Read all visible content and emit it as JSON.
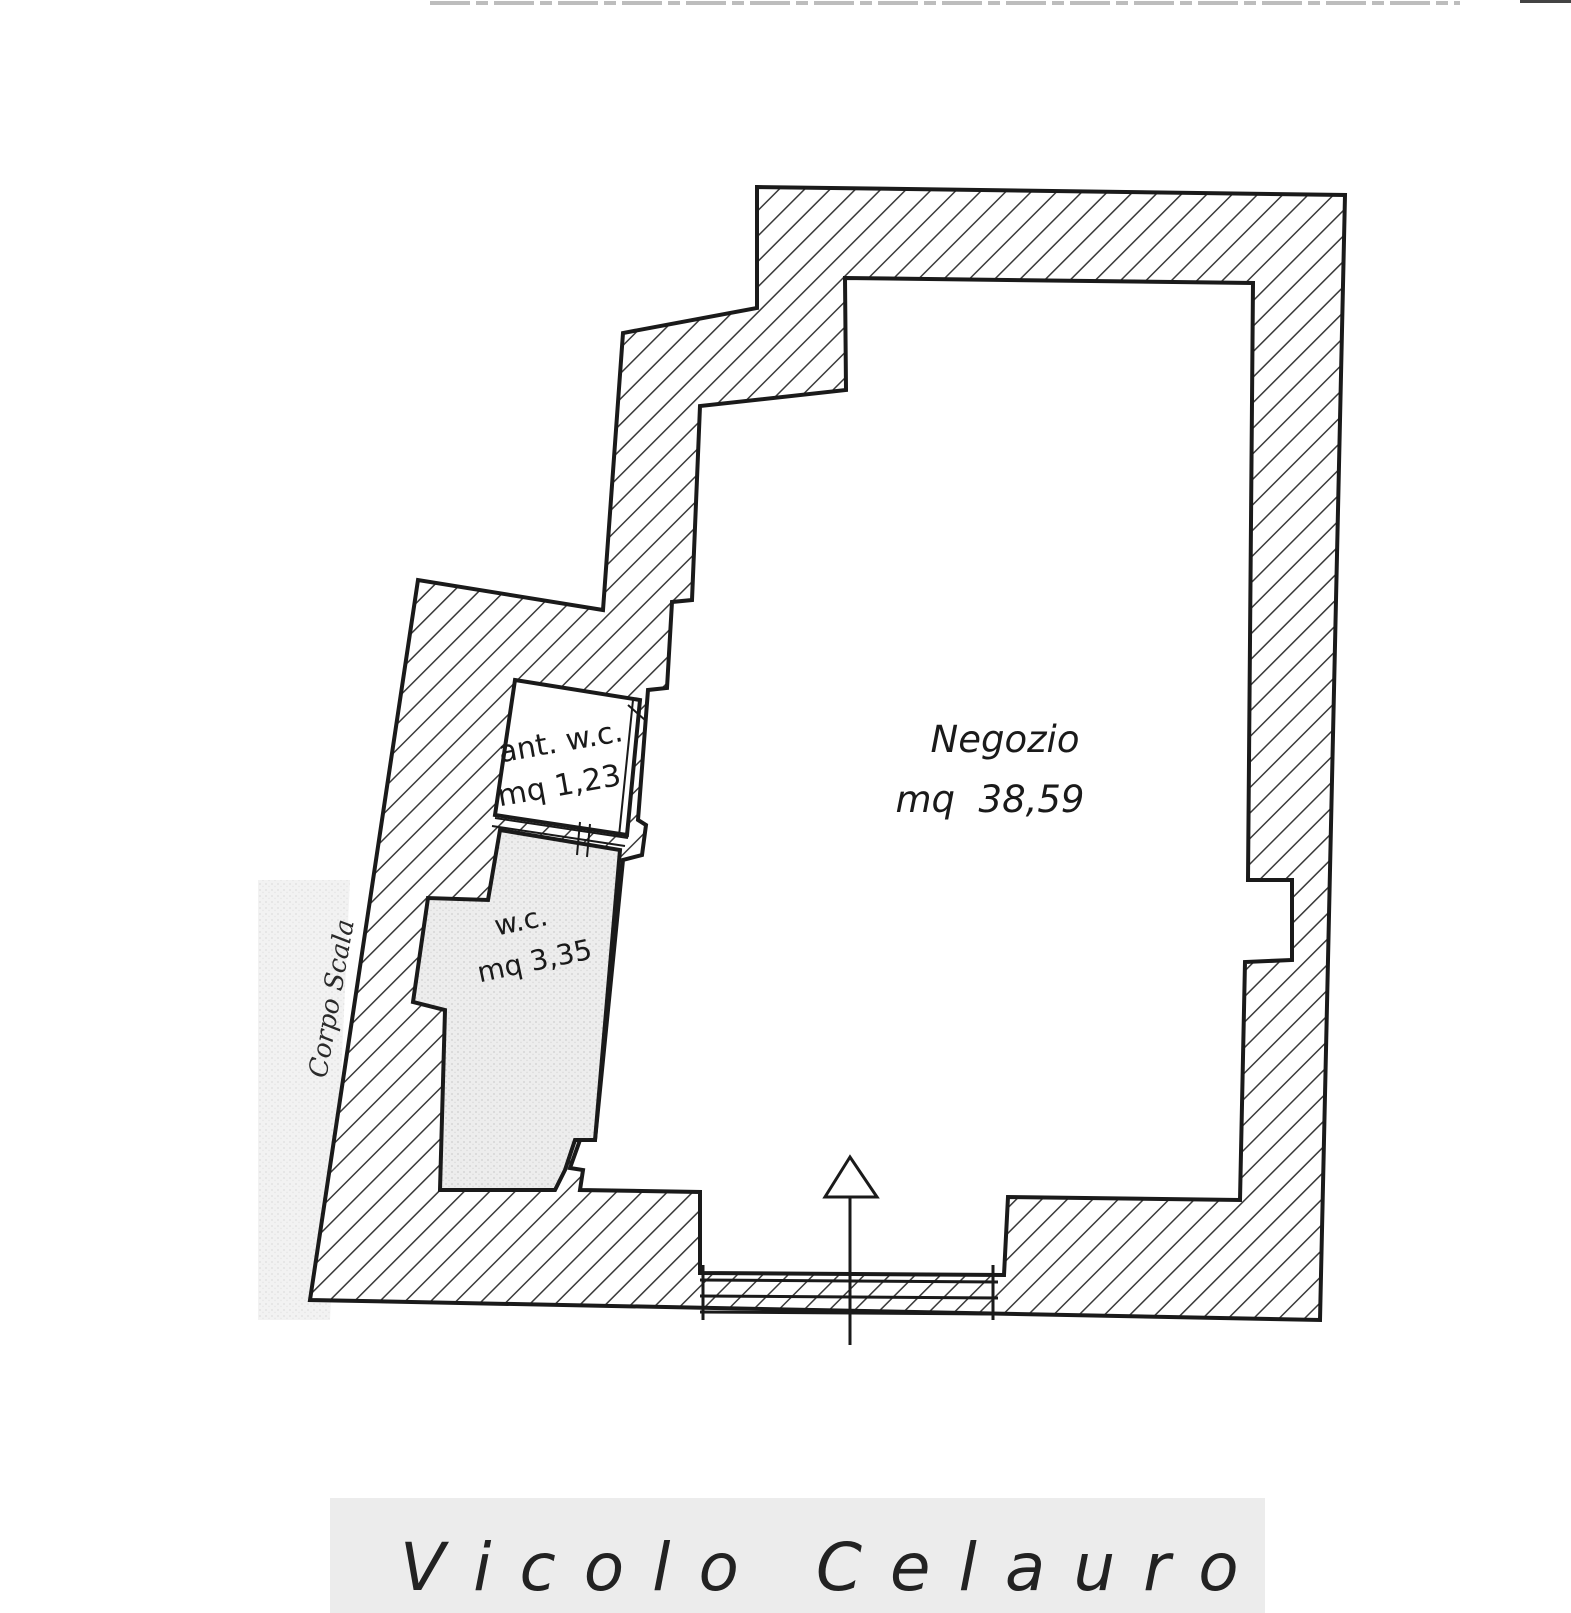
{
  "plan": {
    "rooms": [
      {
        "id": "negozio",
        "name": "Negozio",
        "area": "mq  38,59"
      },
      {
        "id": "ant-wc",
        "name": "ant. w.c.",
        "area": "mq 1,23"
      },
      {
        "id": "wc",
        "name": "w.c.",
        "area": "mq 3,35"
      }
    ],
    "side_label": "Corpo Scala",
    "street": "Vicolo Celauro",
    "entrance_icon": "entrance-arrow-icon",
    "colors": {
      "ink": "#1a1a1a",
      "hatch": "#3a3a3a",
      "paper": "#ffffff"
    }
  }
}
